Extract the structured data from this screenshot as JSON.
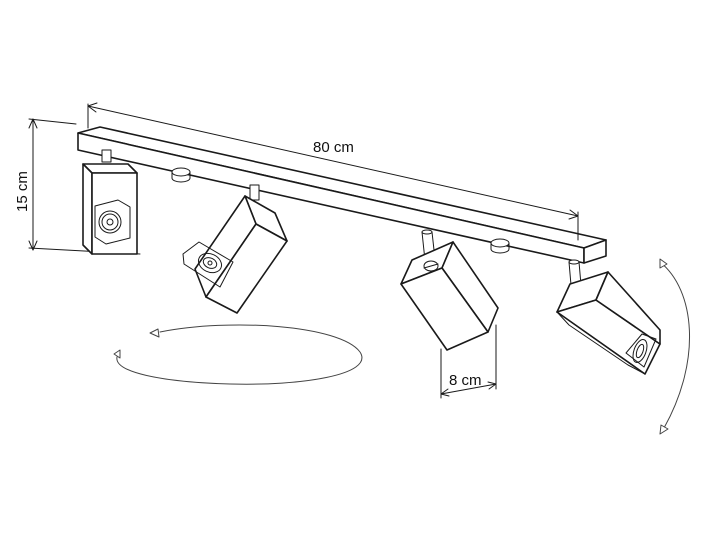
{
  "dimensions": {
    "length": "80 cm",
    "height": "15 cm",
    "width": "8 cm"
  },
  "colors": {
    "line": "#1a1a1a",
    "background": "#ffffff",
    "rotation_arrow": "#444444"
  }
}
